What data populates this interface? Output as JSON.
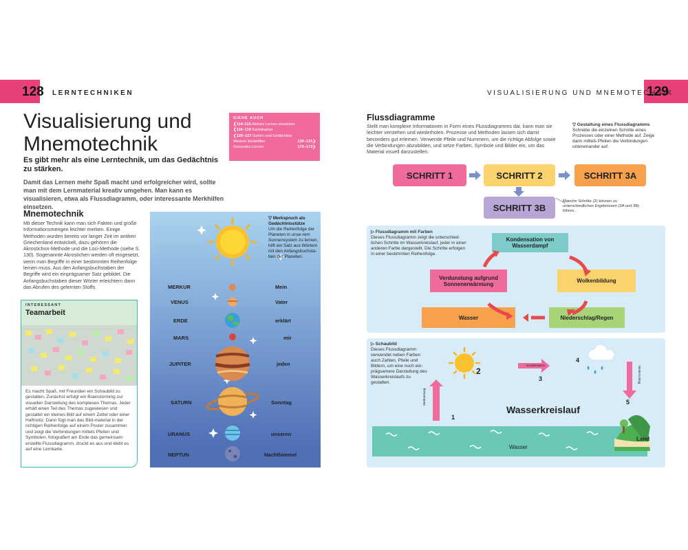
{
  "left": {
    "page_number": "128",
    "running_head": "LERNTECHNIKEN",
    "title": "Visualisierung und Mnemotechnik",
    "subtitle": "Es gibt mehr als eine Lerntechnik, um das Gedächtnis zu stärken.",
    "intro": "Damit das Lernen mehr Spaß macht und erfolgreicher wird, sollte man mit dem Lernmaterial kreativ umgehen. Man kann es visualisieren, etwa als Flussdiagramm, oder interessante Merkhilfen einsetzen.",
    "see_also": {
      "title": "SIEHE AUCH",
      "items": [
        {
          "ref": "❮114–115",
          "label": "Aktives Lernen einsetzen"
        },
        {
          "ref": "❮116–119",
          "label": "Karteikarten"
        },
        {
          "ref": "❮126–127",
          "label": "Gehirn und Gedächtnis"
        },
        {
          "label": "Weitere Merkhilfen",
          "ref": "130–131❯"
        },
        {
          "label": "Gesundes Lernen",
          "ref": "170–173❯"
        }
      ]
    },
    "mnemo_heading": "Mnemotechnik",
    "mnemo_text": "Mit dieser Technik kann man sich Fakten und große Informationsmengen leichter merken. Einige Methoden wurden bereits vor langer Zeit im antiken Griechenland entwickelt, dazu gehören die Akrostichon-Methode und die Loci-Methode (siehe S. 130). Sogenannte Akrostichen werden oft eingesetzt, wenn man Begriffe in einer bestimmten Reihenfolge lernen muss. Aus den Anfangsbuchstaben der Begriffe wird ein einprägsamer Satz gebildet. Die Anfangsbuchstaben dieser Wörter erleichtern dann das Abrufen des gelernten Stoffs.",
    "team": {
      "label": "INTERESSANT",
      "title": "Teamarbeit",
      "text": "Es macht Spaß, mit Freunden ein Schaubild zu gestalten. Zunächst erfolgt ein Brainstorming zur visuellen Darstellung des komplexen Themas. Jeder erhält einen Teil des Themas zugewiesen und gestaltet ein kleines Bild auf einem Zettel oder einer Haftnotiz. Dann fügt man das Bild-material in der richtigen Reihenfolge auf einem Poster zusammen und zeigt die Verbindungen mittels Pfeilen und Symbolen, fotografiert am Ende das gemeinsam erstellte Flussdiagramm, druckt es aus und klebt es auf eine Lernkarte."
    },
    "merkspruch": {
      "title": "▽ Merkspruch als Gedächtnisstütze",
      "text": "Um die Reihenfolge der Planeten in unse-rem Sonnensystem zu lernen, hilft ein Satz aus Wörtern mit den Anfangsbuchsta-ben der Planeten."
    },
    "planets": [
      {
        "name": "MERKUR",
        "word": "Mein"
      },
      {
        "name": "VENUS",
        "word": "Vater"
      },
      {
        "name": "ERDE",
        "word": "erklärt"
      },
      {
        "name": "MARS",
        "word": "mir"
      },
      {
        "name": "JUPITER",
        "word": "jeden"
      },
      {
        "name": "SATURN",
        "word": "Sonntag"
      },
      {
        "name": "URANUS",
        "word": "unseren"
      },
      {
        "name": "NEPTUN",
        "word": "Nachthimmel"
      }
    ]
  },
  "right": {
    "page_number": "129",
    "running_head": "VISUALISIERUNG UND MNEMOTECHNIK",
    "flow_heading": "Flussdiagramme",
    "flow_text": "Stellt man komplexe Informationen in Form eines Flussdiagramms dar, kann man sie leichter verstehen und wiederholen. Prozesse und Methoden lassen sich damit besonders gut erlernen. Verwende Pfeile und Nummern, um die richtige Abfolge sowie die Verbindungen abzubilden, und setze Farben, Symbole und Bilder ein, um das Material visuell darzustellen.",
    "gestaltung": {
      "title": "▽ Gestaltung eines Flussdiagramms",
      "text": "Schreibe die einzelnen Schritte eines Prozesses oder einer Methode auf. Zeige dann mittels Pfeilen die Verbindungen untereinander auf."
    },
    "steps": {
      "s1": "SCHRITT 1",
      "s2": "SCHRITT 2",
      "s3a": "SCHRITT 3A",
      "s3b": "SCHRITT 3B",
      "note": "Manche Schritte (2) können zu unterschiedlichen Ergebnissen (3A und 3B) führen."
    },
    "colors": {
      "pink": "#ef6b9c",
      "yellow": "#fbd36c",
      "orange": "#f7a14c",
      "purple": "#b7a6d6",
      "teal": "#7dccc9",
      "green": "#a8d377",
      "red_arrow": "#e8494b"
    },
    "farben": {
      "title": "▷ Flussdiagramm mit Farben",
      "text": "Dieses Flussdiagramm zeigt die unterschied-lichen Schritte im Wasserkreislauf, jeder in einer anderen Farbe dargestellt. Die Schritte erfolgen in einer bestimmten Reihenfolge.",
      "kondensation": "Kondensation von Wasserdampf",
      "wolken": "Wolkenbildung",
      "niederschlag": "Niederschlag/Regen",
      "wasser": "Wasser",
      "verdunstung": "Verdunstung aufgrund Sonnenerwärmung"
    },
    "schaubild": {
      "title": "▷ Schaubild",
      "text": "Dieses Flussdiagramm verwendet neben Farben auch Zahlen, Pfeile und Bildern, um eine noch ein-prägsamere Darstellung des Wasserkreislaufs zu gestalten.",
      "center": "Wasserkreislauf",
      "verdunstung": "Verdunstung",
      "kondensation": "Kondensation",
      "niederschlag": "Niederschlag",
      "wasser": "Wasser",
      "land": "Land",
      "n1": "1",
      "n2": "2",
      "n3": "3",
      "n4": "4",
      "n5": "5"
    }
  }
}
